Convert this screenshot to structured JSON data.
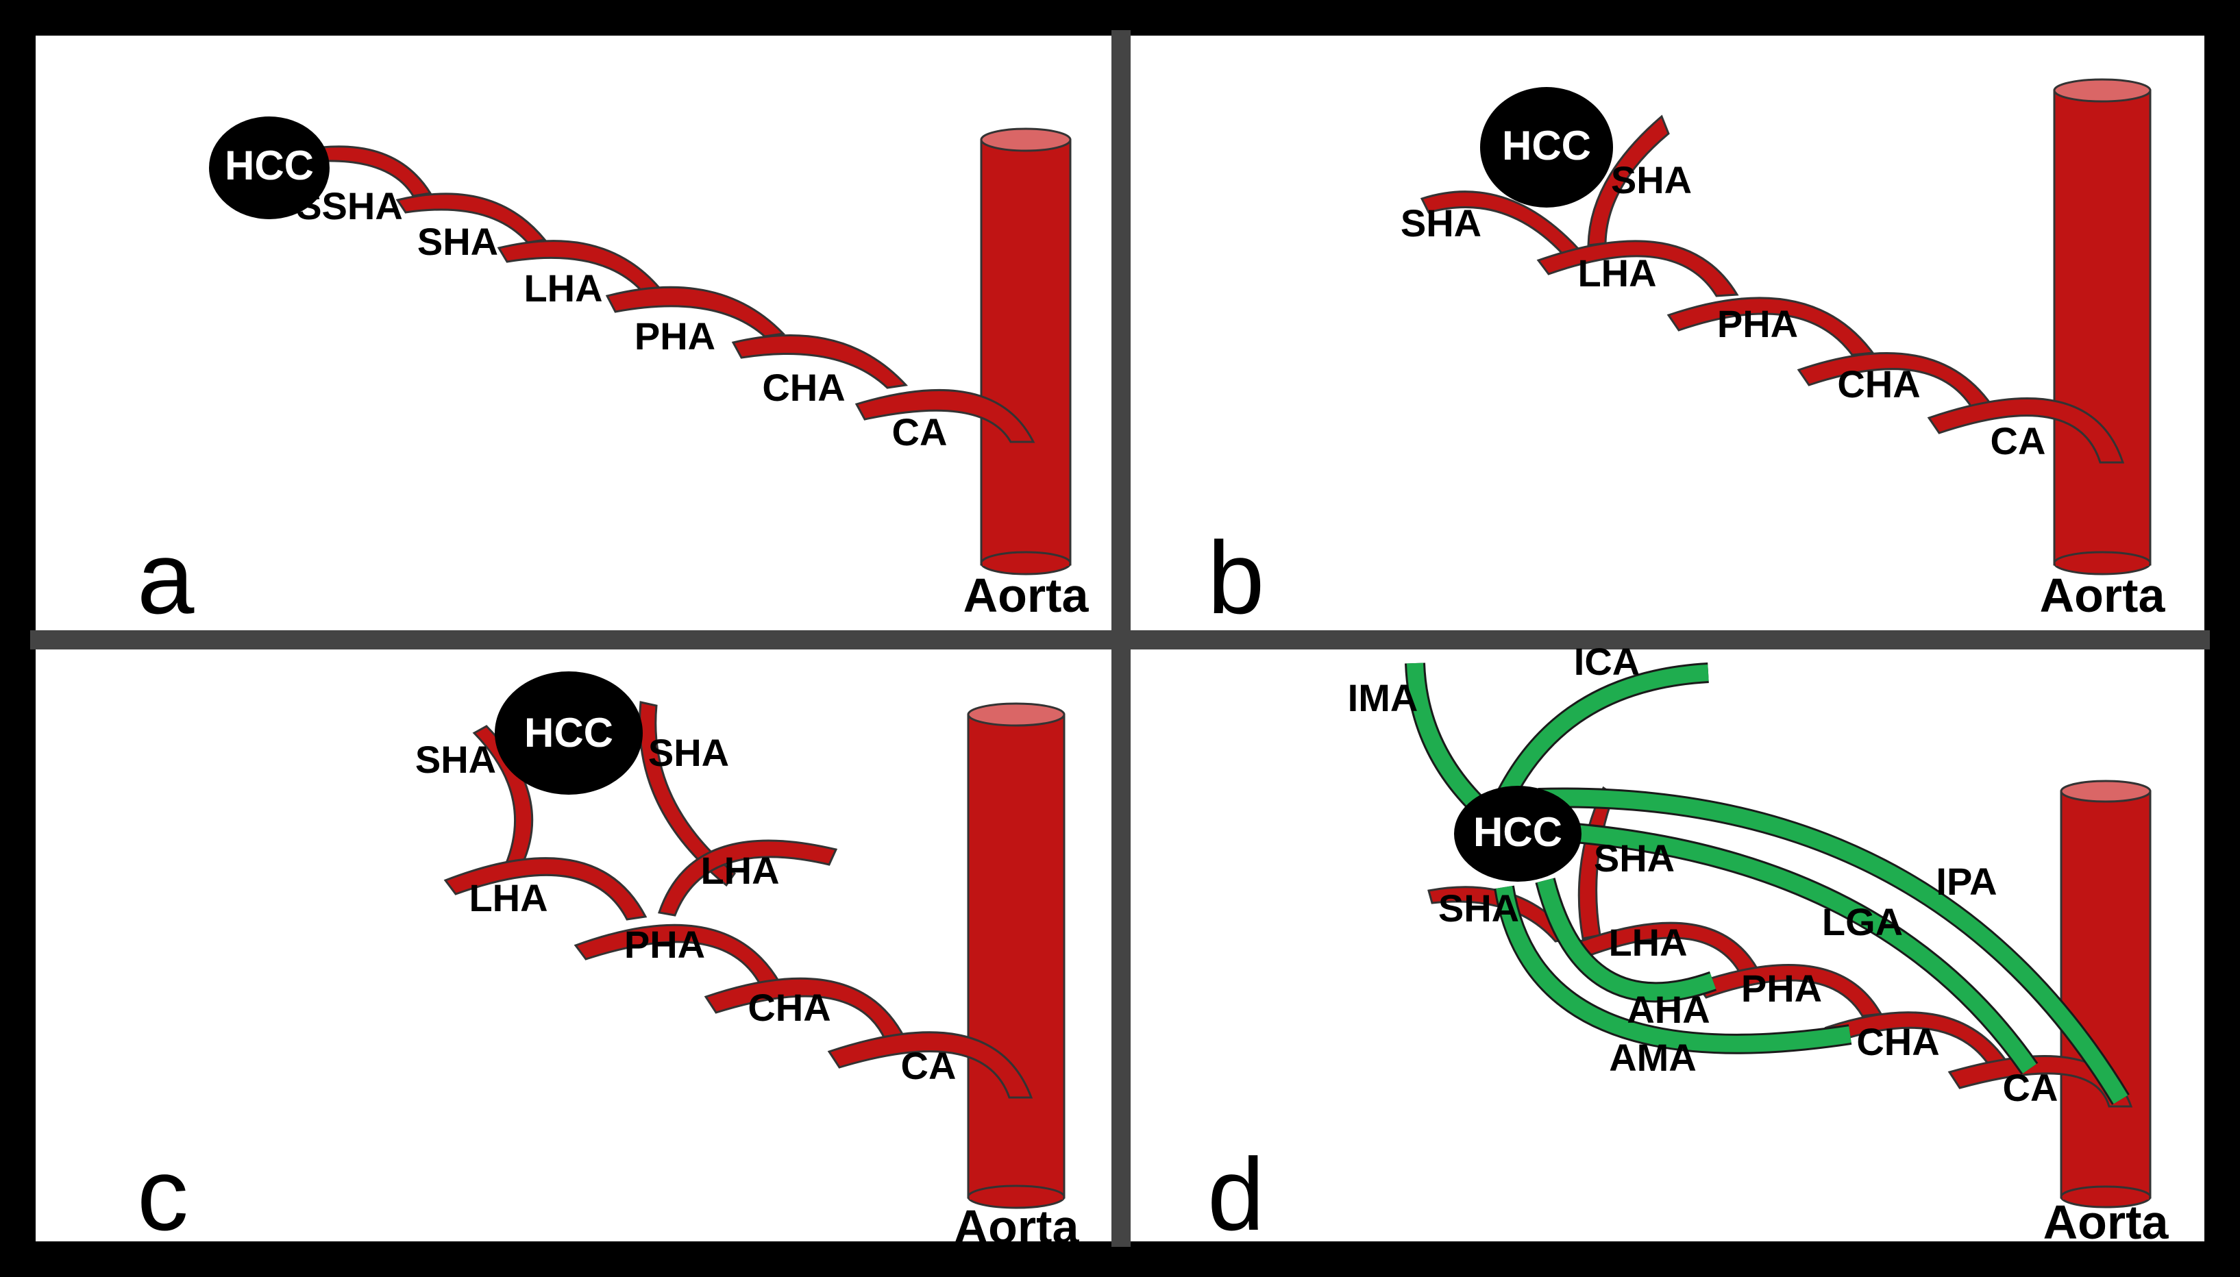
{
  "colors": {
    "artery": "#c01414",
    "aorta_top": "#da6666",
    "collateral": "#1fad4f",
    "tumor": "#000000",
    "frame": "#444444",
    "outer_frame": "#000000"
  },
  "panels": {
    "a": {
      "letter": "a",
      "tumor": "HCC",
      "aorta": "Aorta",
      "vessels": [
        "SSHA",
        "SHA",
        "LHA",
        "PHA",
        "CHA",
        "CA"
      ]
    },
    "b": {
      "letter": "b",
      "tumor": "HCC",
      "aorta": "Aorta",
      "vessels": [
        "SHA",
        "SHA",
        "LHA",
        "PHA",
        "CHA",
        "CA"
      ]
    },
    "c": {
      "letter": "c",
      "tumor": "HCC",
      "aorta": "Aorta",
      "vessels": [
        "SHA",
        "SHA",
        "LHA",
        "LHA",
        "PHA",
        "CHA",
        "CA"
      ]
    },
    "d": {
      "letter": "d",
      "tumor": "HCC",
      "aorta": "Aorta",
      "vessels": [
        "SHA",
        "SHA",
        "LHA",
        "PHA",
        "CHA",
        "CA"
      ],
      "collaterals": [
        "IMA",
        "ICA",
        "IPA",
        "LGA",
        "AHA",
        "AMA"
      ]
    }
  }
}
